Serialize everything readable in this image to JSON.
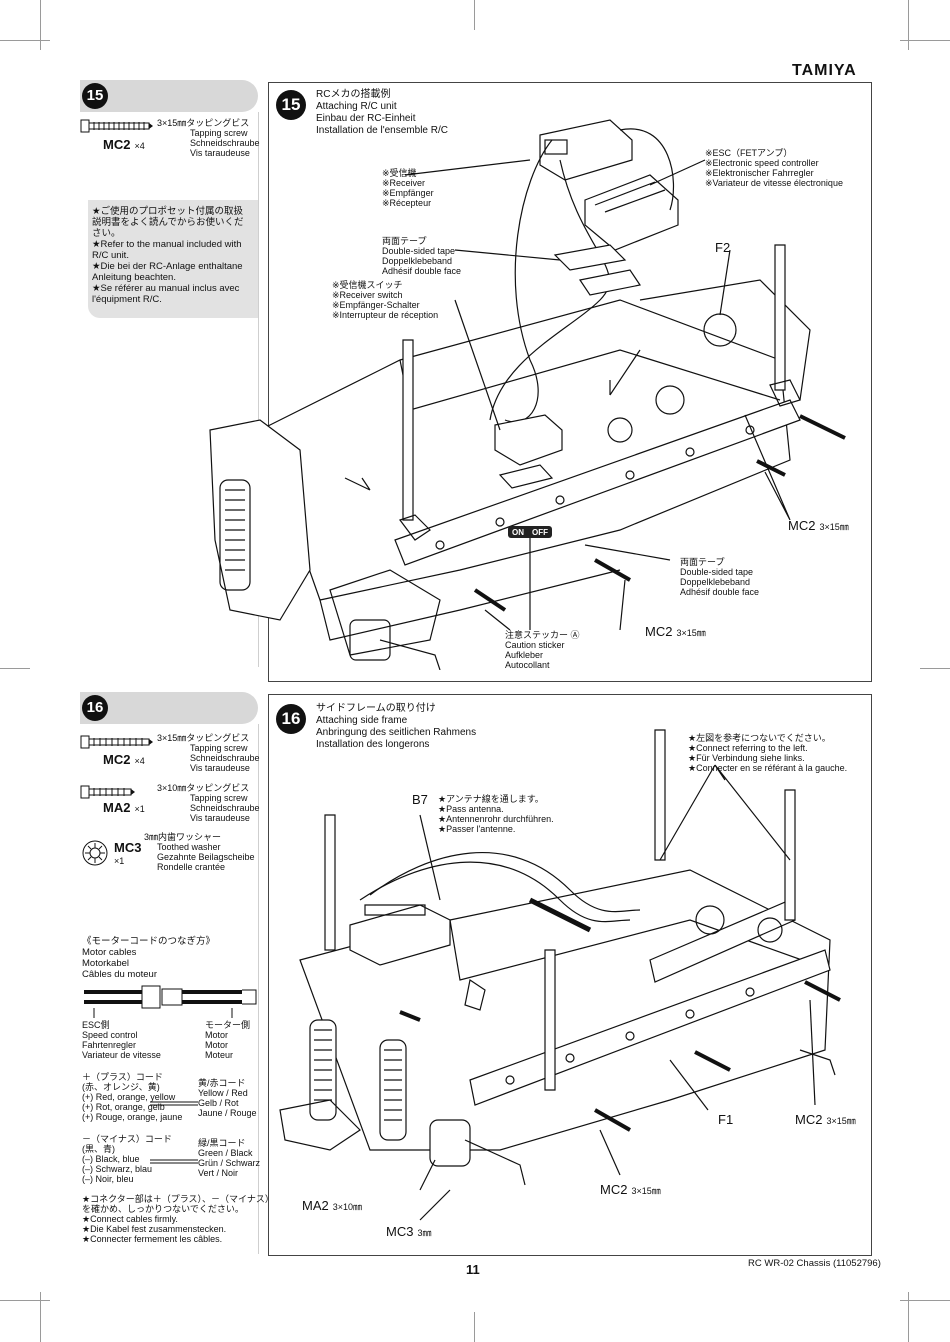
{
  "brand": "TAMIYA",
  "page_number": "11",
  "footer_id": "RC WR-02 Chassis (11052796)",
  "step15": {
    "number": "15",
    "parts": {
      "screw_spec": "3×15㎜タッピングビス",
      "screw_en": "Tapping screw",
      "screw_de": "Schneidschraube",
      "screw_fr": "Vis taraudeuse",
      "code": "MC2",
      "qty": "×4"
    },
    "note": {
      "jp": "★ご使用のプロポセット付属の取扱説明書をよく読んでからお使いください。",
      "en": "★Refer to the manual included with R/C unit.",
      "de": "★Die bei der RC-Anlage enthaltane Anleitung beachten.",
      "fr": "★Se référer au manual inclus avec l'équipment R/C."
    },
    "title": {
      "jp": "RCメカの搭載例",
      "en": "Attaching R/C unit",
      "de": "Einbau der RC-Einheit",
      "fr": "Installation de l'ensemble R/C"
    },
    "labels": {
      "esc": "※ESC（FETアンプ）\n※Electronic speed controller\n※Elektronischer Fahrregler\n※Variateur de vitesse électronique",
      "receiver": "※受信機\n※Receiver\n※Empfänger\n※Récepteur",
      "tape_top": "両面テープ\nDouble-sided tape\nDoppelklebeband\nAdhésif double face",
      "switch": "※受信機スイッチ\n※Receiver switch\n※Empfänger-Schalter\n※Interrupteur de réception",
      "f2": "F2",
      "mc2_right": "MC2",
      "mc2_right_size": "3×15㎜",
      "tape_bottom": "両面テープ\nDouble-sided tape\nDoppelklebeband\nAdhésif double face",
      "mc2_bottom": "MC2",
      "mc2_bottom_size": "3×15㎜",
      "caution": "注意ステッカー Ⓐ\nCaution sticker\nAufkleber\nAutocollant",
      "sticker_on": "ON",
      "sticker_off": "OFF"
    }
  },
  "step16": {
    "number": "16",
    "parts": [
      {
        "spec": "3×15㎜タッピングビス",
        "en": "Tapping screw",
        "de": "Schneidschraube",
        "fr": "Vis taraudeuse",
        "code": "MC2",
        "qty": "×4"
      },
      {
        "spec": "3×10㎜タッピングビス",
        "en": "Tapping screw",
        "de": "Schneidschraube",
        "fr": "Vis taraudeuse",
        "code": "MA2",
        "qty": "×1"
      },
      {
        "spec": "3㎜内歯ワッシャー",
        "en": "Toothed washer",
        "de": "Gezahnte Beilagscheibe",
        "fr": "Rondelle crantée",
        "code": "MC3",
        "qty": "×1"
      }
    ],
    "motor": {
      "title": "《モーターコードのつなぎ方》\nMotor cables\nMotorkabel\nCâbles du moteur",
      "esc": "ESC側\nSpeed control\nFahrtenregler\nVariateur de vitesse",
      "motor": "モーター側\nMotor\nMotor\nMoteur",
      "plus": "＋（プラス）コード\n(赤、オレンジ、黄)\n(+) Red, orange, yellow\n(+) Rot, orange, gelb\n(+) Rouge, orange, jaune",
      "yellow_red": "黄/赤コード\nYellow / Red\nGelb / Rot\nJaune / Rouge",
      "minus": "－（マイナス）コード\n(黒、青)\n(–) Black, blue\n(–) Schwarz, blau\n(–) Noir, bleu",
      "green_black": "緑/黒コード\nGreen / Black\nGrün / Schwarz\nVert / Noir",
      "connect": "★コネクター部は＋（プラス）、－（マイナス）\nを確かめ、しっかりつないでください。\n★Connect cables firmly.\n★Die Kabel fest zusammenstecken.\n★Connecter fermement les câbles."
    },
    "title": {
      "jp": "サイドフレームの取り付け",
      "en": "Attaching side frame",
      "de": "Anbringung des seitlichen Rahmens",
      "fr": "Installation des longerons"
    },
    "labels": {
      "refer": "★左図を参考につないでください。\n★Connect referring to the left.\n★Für Verbindung siehe links.\n★Connecter en se référant à la gauche.",
      "b7": "B7",
      "antenna": "★アンテナ線を通します。\n★Pass antenna.\n★Antennenrohr durchführen.\n★Passer l'antenne.",
      "f1": "F1",
      "mc2_right": "MC2",
      "mc2_right_size": "3×15㎜",
      "mc2_bottom": "MC2",
      "mc2_bottom_size": "3×15㎜",
      "ma2": "MA2",
      "ma2_size": "3×10㎜",
      "mc3": "MC3",
      "mc3_size": "3㎜"
    }
  }
}
